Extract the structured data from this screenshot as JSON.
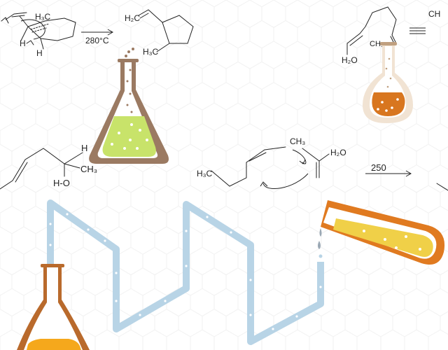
{
  "reactions": {
    "rearrangement_top_left": {
      "substituent_label": "H₃C",
      "h_left": "H",
      "h_bottom": "H",
      "condition": "280°C",
      "product_substituent": "H₂C",
      "product_methyl": "H₃C"
    },
    "top_right": {
      "water": "H₂O",
      "methyl": "CH₃",
      "fragment": "CH"
    },
    "middle_left": {
      "methyl": "CH₃",
      "alcohol": "H-O",
      "cut_label": "H"
    },
    "middle_center": {
      "methyl_left": "H₃C",
      "methyl_top": "CH₃",
      "water": "H₂O",
      "condition": "250"
    }
  },
  "colors": {
    "green_liquid": "#c8e36a",
    "orange_liquid": "#d8761f",
    "yellow_liquid": "#f0d048",
    "amber_liquid": "#f5a81c",
    "glass_brown": "#9b7a62",
    "glass_orange": "#e07a20",
    "tube_blue": "#b8d4e6"
  },
  "icons": [
    "erlenmeyer-flask-icon",
    "round-flask-icon",
    "test-tube-icon",
    "conical-flask-icon",
    "serpentine-tube-icon"
  ]
}
